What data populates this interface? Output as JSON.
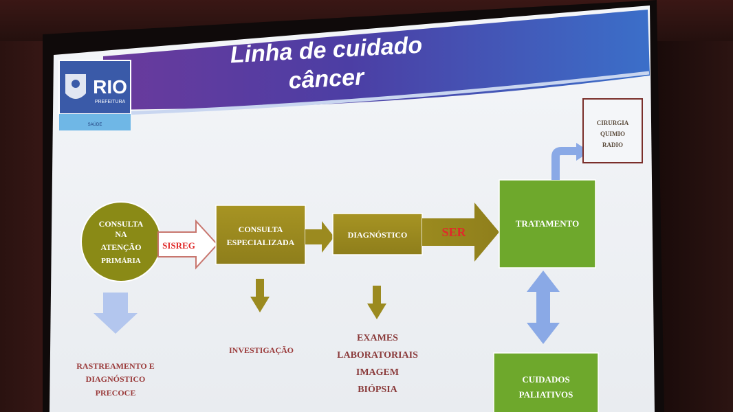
{
  "slide": {
    "title_line1": "Linha de cuidado",
    "title_line2": "câncer",
    "logo": {
      "name": "RIO",
      "subtitle": "PREFEITURA",
      "department": "SAÚDE"
    }
  },
  "flow": {
    "start": {
      "line1": "CONSULTA",
      "line2": "NA",
      "line3": "ATENÇÃO",
      "line4": "PRIMÁRIA"
    },
    "arrow1_label": "SISREG",
    "specialized": {
      "line1": "CONSULTA",
      "line2": "ESPECIALIZADA"
    },
    "diagnosis": "DIAGNÓSTICO",
    "arrow3_label": "SER",
    "treatment": "TRATAMENTO",
    "therapy": {
      "line1": "CIRURGIA",
      "line2": "QUIMIO",
      "line3": "RADIO"
    },
    "palliative": {
      "line1": "CUIDADOS",
      "line2": "PALIATIVOS"
    }
  },
  "outcomes": {
    "screening": {
      "line1": "RASTREAMENTO E",
      "line2": "DIAGNÓSTICO",
      "line3": "PRECOCE"
    },
    "investigation": "INVESTIGAÇÃO",
    "exams": {
      "line1": "EXAMES",
      "line2": "LABORATORIAIS",
      "line3": "IMAGEM",
      "line4": "BIÓPSIA"
    }
  },
  "colors": {
    "olive": "#9b8a1f",
    "green": "#6ea82c",
    "banner_purple": "#4c3ea4",
    "banner_blue": "#3b6fc9",
    "arrow_blue": "#8aa9e6",
    "red_text": "#e02a2a"
  }
}
